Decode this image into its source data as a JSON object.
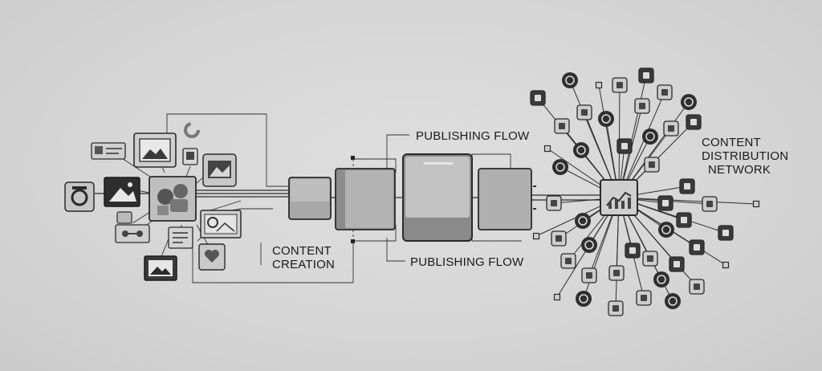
{
  "labels": {
    "content_creation_line1": "CONTENT",
    "content_creation_line2": "CREATION",
    "publishing_flow_top": "PUBLISHING FLOW",
    "publishing_flow_bottom": "PUBLISHING FLOW",
    "distribution_line1": "CONTENT",
    "distribution_line2": "DISTRIBUTION",
    "distribution_line3": "NETWORK"
  },
  "colors": {
    "line": "#2a2a2a",
    "tile_fill": "#c4c4c4",
    "tile_dark": "#3a3a3a",
    "block_light": "#bdbdbd",
    "block_mid": "#8e8e8e"
  }
}
